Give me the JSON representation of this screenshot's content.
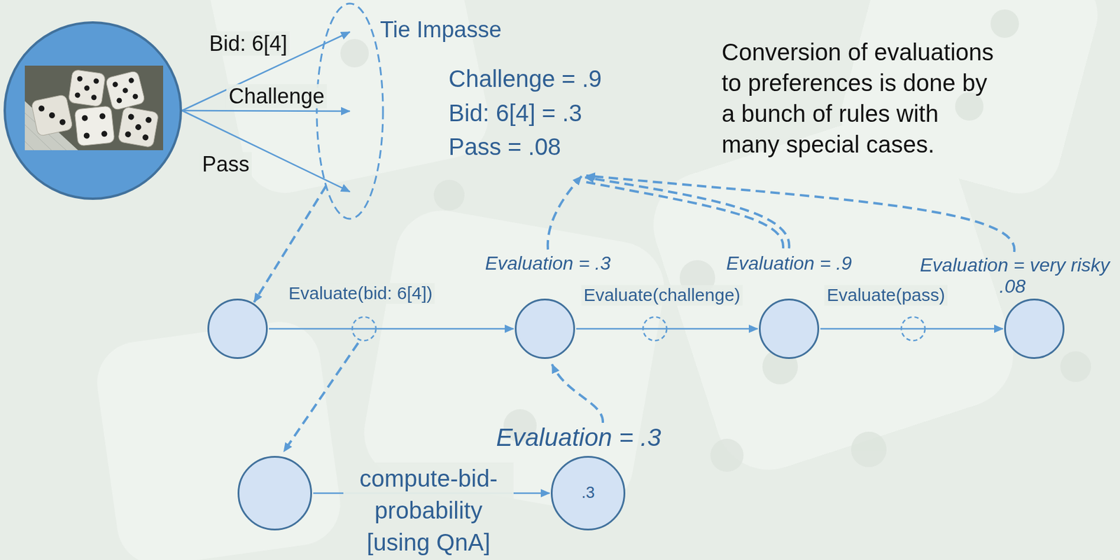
{
  "diagram": {
    "nodes": [
      {
        "text": []
      },
      {
        "text": [
          "Tie Impasse"
        ]
      },
      {
        "text": []
      },
      {
        "text": []
      },
      {
        "text": []
      },
      {
        "text": []
      },
      {
        "text": []
      },
      {
        "text": [
          ".3"
        ]
      }
    ],
    "edges": [
      {
        "from": 0,
        "to": 1,
        "arrow": "to",
        "label": "Bid: 6[4]"
      },
      {
        "from": 0,
        "to": 1,
        "arrow": "to",
        "label": "Challenge"
      },
      {
        "from": 0,
        "to": 1,
        "arrow": "to",
        "label": "Pass"
      },
      {
        "from": 1,
        "to": 2,
        "arrow": "to"
      },
      {
        "from": 2,
        "to": 3,
        "arrow": "to",
        "label": "Evaluate(bid: 6[4])"
      },
      {
        "from": 3,
        "to": 4,
        "arrow": "to",
        "label": "Evaluate(challenge)"
      },
      {
        "from": 4,
        "to": 5,
        "arrow": "to",
        "label": "Evaluate(pass)"
      },
      {
        "from": 6,
        "to": 7,
        "arrow": "to",
        "label": "compute-bid- probability [using QnA]"
      }
    ],
    "labels": [
      "Challenge = .9",
      "Bid: 6[4] = .3",
      "Pass = .08",
      "Conversion of evaluations to preferences is done by a bunch of rules with many special cases.",
      "Evaluation = .3",
      "Evaluation = .9",
      "Evaluation = very risky",
      ".08",
      "Evaluation = .3"
    ]
  }
}
